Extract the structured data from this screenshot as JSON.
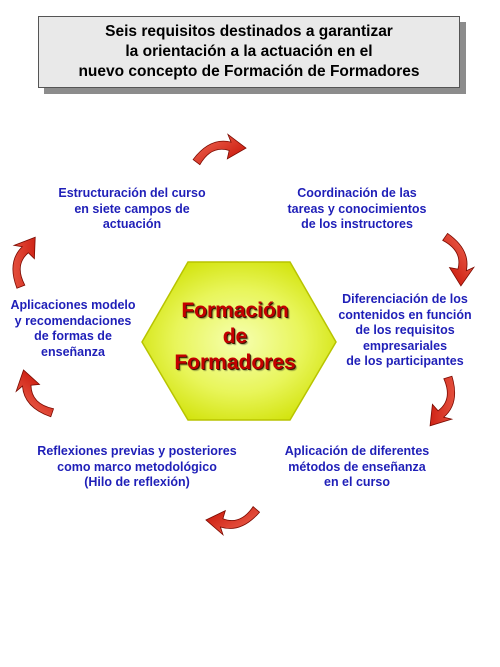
{
  "title": {
    "lines": [
      "Seis requisitos destinados a garantizar",
      "la orientación a la actuación en el",
      "nuevo concepto de Formación de Formadores"
    ]
  },
  "center": {
    "lines": [
      "Formación",
      "de",
      "Formadores"
    ]
  },
  "requirements": {
    "top_left": [
      "Estructuración del curso",
      "en siete campos de",
      "actuación"
    ],
    "top_right": [
      "Coordinación de las",
      "tareas y conocimientos",
      "de los instructores"
    ],
    "mid_right": [
      "Diferenciación de los",
      "contenidos en función",
      "de los requisitos",
      "empresariales",
      "de los participantes"
    ],
    "bottom_right": [
      "Aplicación de diferentes",
      "métodos de enseñanza",
      "en el curso"
    ],
    "bottom_left": [
      "Reflexiones previas y posteriores",
      "como marco metodológico",
      "(Hilo de reflexión)"
    ],
    "mid_left": [
      "Aplicaciones modelo",
      "y recomendaciones",
      "de formas de",
      "enseñanza"
    ]
  },
  "colors": {
    "label_text": "#1f1fb8",
    "center_text": "#c40000",
    "hexagon_fill_inner": "#f4ff9a",
    "hexagon_fill_outer": "#d6e800",
    "arrow": "#e2281a"
  },
  "icons": [
    "curved-arrow-icon"
  ]
}
